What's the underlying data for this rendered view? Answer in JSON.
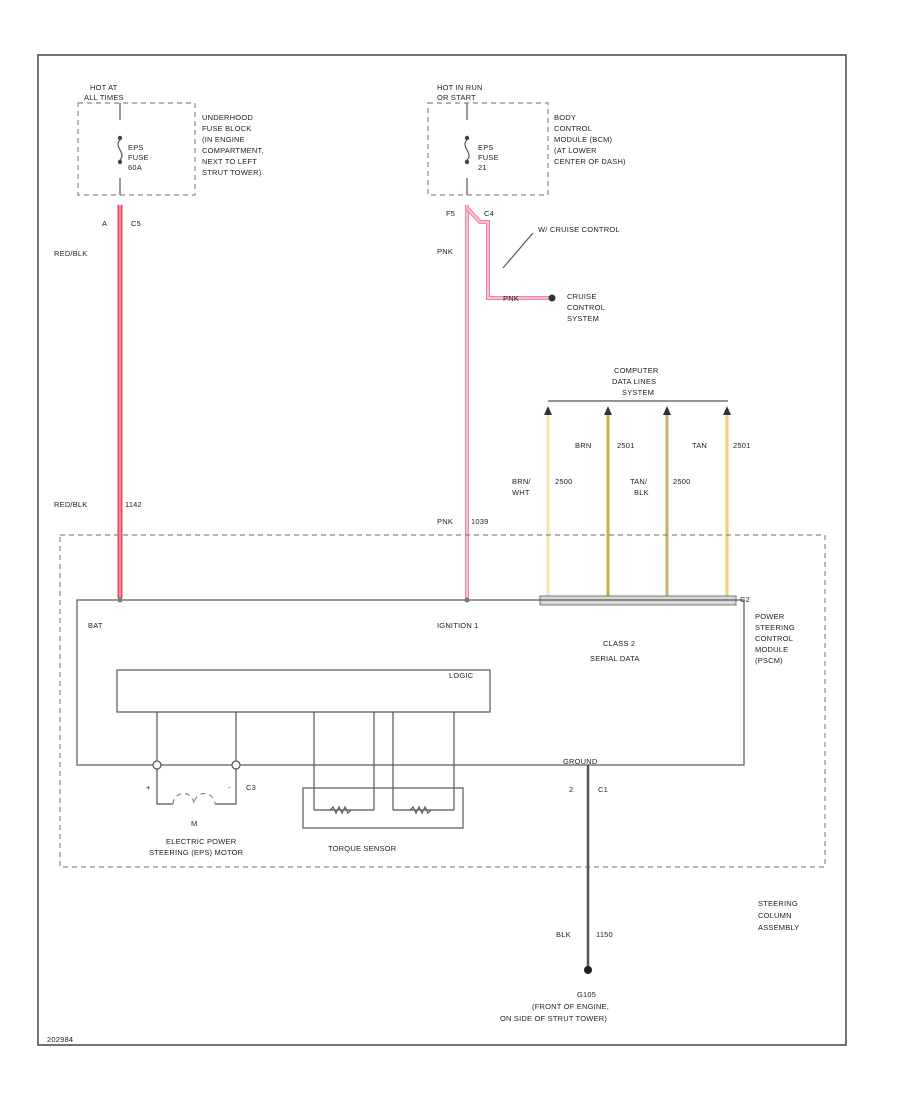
{
  "fuse_left": {
    "supply": [
      "HOT AT",
      "ALL TIMES"
    ],
    "fuse": [
      "EPS",
      "FUSE",
      "60A"
    ],
    "location": [
      "UNDERHOOD",
      "FUSE BLOCK",
      "(IN ENGINE",
      "COMPARTMENT,",
      "NEXT TO LEFT",
      "STRUT TOWER)"
    ],
    "pin": "A",
    "connector": "C5",
    "wire_top": "RED/BLK",
    "wire_bottom": "RED/BLK",
    "circuit": "1142"
  },
  "fuse_right": {
    "supply": [
      "HOT IN RUN",
      "OR START"
    ],
    "fuse": [
      "EPS",
      "FUSE",
      "21"
    ],
    "location": [
      "BODY",
      "CONTROL",
      "MODULE (BCM)",
      "(AT LOWER",
      "CENTER OF DASH)"
    ],
    "pin": "F5",
    "connector": "C4",
    "wire_top": "PNK",
    "wire_bottom": "PNK",
    "circuit": "1039"
  },
  "cruise": {
    "note": "W/ CRUISE CONTROL",
    "wire": "PNK",
    "dest": [
      "CRUISE",
      "CONTROL",
      "SYSTEM"
    ]
  },
  "data_lines": {
    "title": [
      "COMPUTER",
      "DATA LINES",
      "SYSTEM"
    ],
    "wires": [
      {
        "color": [
          "BRN/",
          "WHT"
        ],
        "circuit": "2500"
      },
      {
        "color": [
          "BRN"
        ],
        "circuit": "2501"
      },
      {
        "color": [
          "TAN/",
          "BLK"
        ],
        "circuit": "2500"
      },
      {
        "color": [
          "TAN"
        ],
        "circuit": "2501"
      }
    ],
    "connector": "C2"
  },
  "module": {
    "name": [
      "POWER",
      "STEERING",
      "CONTROL",
      "MODULE",
      "(PSCM)"
    ],
    "batt": "BAT",
    "ignition": "IGNITION 1",
    "serial": [
      "CLASS 2",
      "SERIAL DATA"
    ],
    "logic": "LOGIC",
    "ground": "GROUND",
    "ground_pin": "2",
    "ground_conn": "C1"
  },
  "motor": {
    "plus": "+",
    "minus": "-",
    "connector": "C3",
    "m": "M",
    "label": [
      "ELECTRIC POWER",
      "STEERING (EPS) MOTOR"
    ]
  },
  "torque": {
    "label": "TORQUE SENSOR"
  },
  "ground_wire": {
    "color": "BLK",
    "circuit": "1150"
  },
  "ground_point": {
    "name": "G105",
    "desc": [
      "(FRONT OF ENGINE,",
      "ON SIDE OF STRUT TOWER)"
    ]
  },
  "assembly": [
    "STEERING",
    "COLUMN",
    "ASSEMBLY"
  ],
  "figure_id": "202984",
  "colors": {
    "red_wire": "#e9465f",
    "pink_wire": "#ef86a0",
    "brn_wht_wire": "#ece6b8",
    "brn_wire": "#cfae3a",
    "tan_blk_wire": "#c9b26b",
    "tan_wire": "#f2d173"
  }
}
